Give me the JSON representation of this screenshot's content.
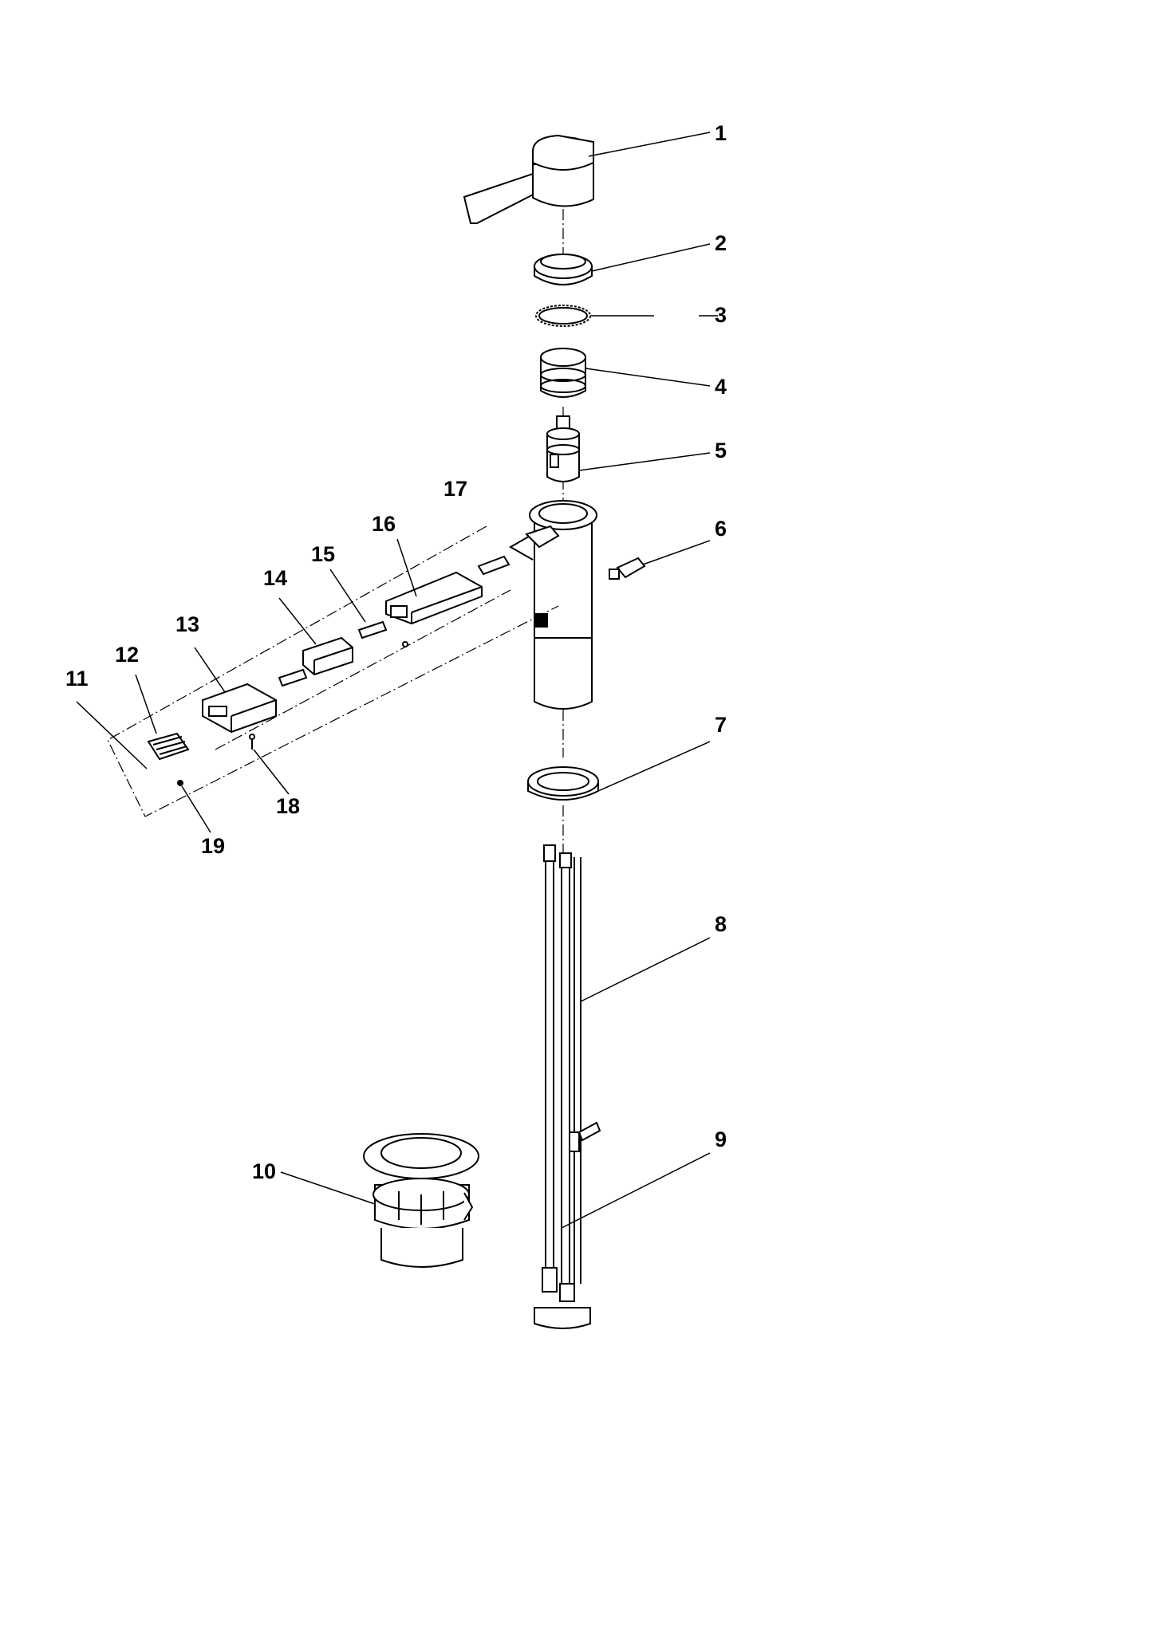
{
  "diagram": {
    "type": "exploded-parts-drawing",
    "callouts": [
      {
        "id": "1",
        "label": "1"
      },
      {
        "id": "2",
        "label": "2"
      },
      {
        "id": "3",
        "label": "3"
      },
      {
        "id": "4",
        "label": "4"
      },
      {
        "id": "5",
        "label": "5"
      },
      {
        "id": "6",
        "label": "6"
      },
      {
        "id": "7",
        "label": "7"
      },
      {
        "id": "8",
        "label": "8"
      },
      {
        "id": "9",
        "label": "9"
      },
      {
        "id": "10",
        "label": "10"
      },
      {
        "id": "11",
        "label": "11"
      },
      {
        "id": "12",
        "label": "12"
      },
      {
        "id": "13",
        "label": "13"
      },
      {
        "id": "14",
        "label": "14"
      },
      {
        "id": "15",
        "label": "15"
      },
      {
        "id": "16",
        "label": "16"
      },
      {
        "id": "17",
        "label": "17"
      },
      {
        "id": "18",
        "label": "18"
      },
      {
        "id": "19",
        "label": "19"
      }
    ]
  }
}
